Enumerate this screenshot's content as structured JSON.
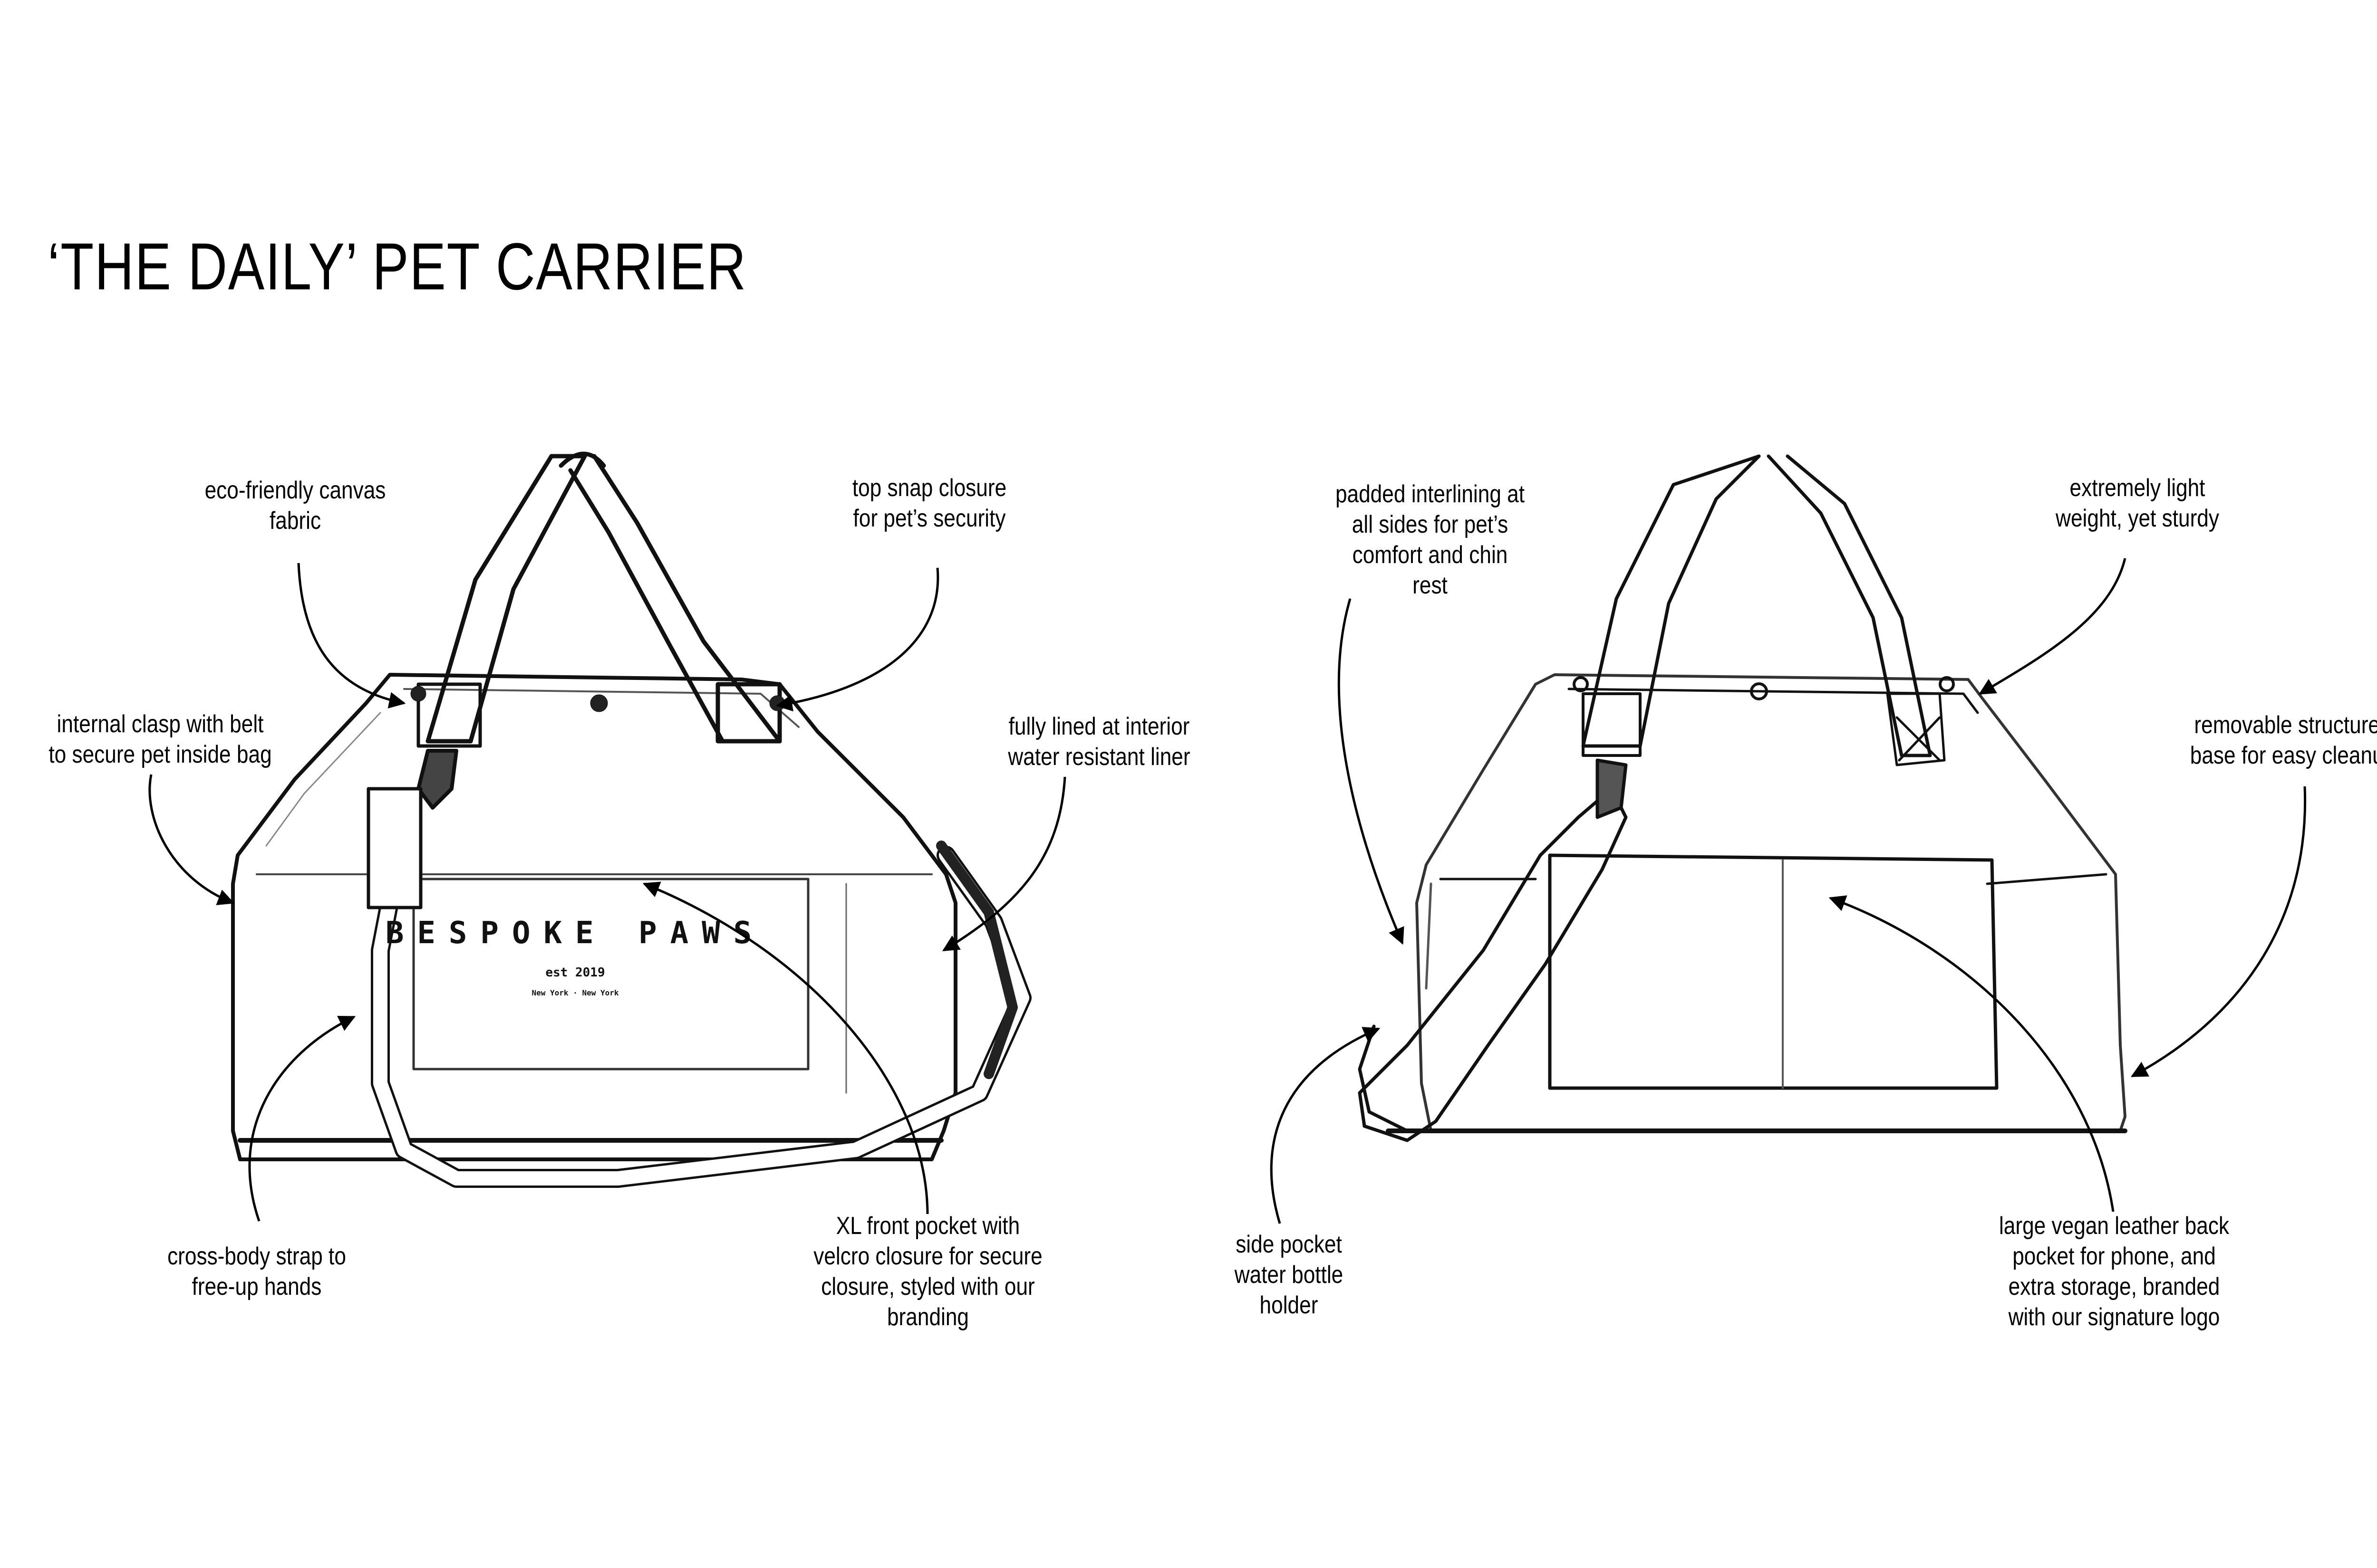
{
  "title": "‘THE DAILY’ PET CARRIER",
  "colors": {
    "background": "#ffffff",
    "ink": "#000000"
  },
  "front_view": {
    "branding": {
      "name": "BESPOKE PAWS",
      "established": "est 2019",
      "location": "New York · New York"
    },
    "callouts": [
      {
        "id": "eco-friendly",
        "lines": [
          "eco-friendly canvas",
          "fabric"
        ]
      },
      {
        "id": "top-snap",
        "lines": [
          "top snap closure",
          "for pet’s security"
        ]
      },
      {
        "id": "internal-clasp",
        "lines": [
          "internal clasp with belt",
          "to secure pet inside bag"
        ]
      },
      {
        "id": "fully-lined",
        "lines": [
          "fully lined at interior",
          "water resistant liner"
        ]
      },
      {
        "id": "cross-body",
        "lines": [
          "cross-body strap to",
          "free-up hands"
        ]
      },
      {
        "id": "xl-front-pocket",
        "lines": [
          "XL front pocket with",
          "velcro closure for secure",
          "closure, styled with our",
          "branding"
        ]
      }
    ]
  },
  "back_view": {
    "callouts": [
      {
        "id": "padded-interlining",
        "lines": [
          "padded interlining at",
          "all sides for pet’s",
          "comfort and chin",
          "rest"
        ]
      },
      {
        "id": "extremely-light",
        "lines": [
          "extremely light",
          "weight, yet sturdy"
        ]
      },
      {
        "id": "removable-base",
        "lines": [
          "removable structured",
          "base for easy cleanup"
        ]
      },
      {
        "id": "side-pocket",
        "lines": [
          "side pocket",
          "water bottle",
          "holder"
        ]
      },
      {
        "id": "vegan-leather-pocket",
        "lines": [
          "large vegan leather back",
          "pocket for phone, and",
          "extra storage, branded",
          "with our signature logo"
        ]
      }
    ]
  }
}
